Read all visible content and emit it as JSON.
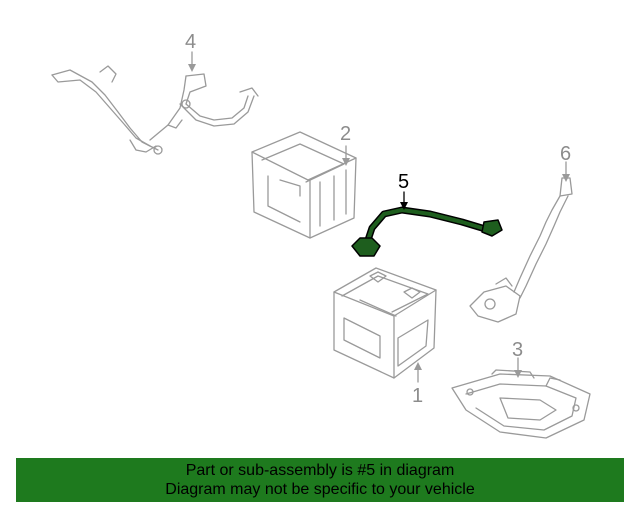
{
  "diagram": {
    "callouts": [
      {
        "id": "4",
        "label": "4"
      },
      {
        "id": "2",
        "label": "2"
      },
      {
        "id": "5",
        "label": "5",
        "highlighted": true
      },
      {
        "id": "6",
        "label": "6"
      },
      {
        "id": "3",
        "label": "3"
      },
      {
        "id": "1",
        "label": "1"
      }
    ],
    "highlight_color": "#1e5e1e",
    "line_color": "#9a9a9a"
  },
  "banner": {
    "line1": "Part or sub-assembly is #5 in diagram",
    "line2": "Diagram may not be specific to your vehicle",
    "background": "#1e7a1e"
  }
}
